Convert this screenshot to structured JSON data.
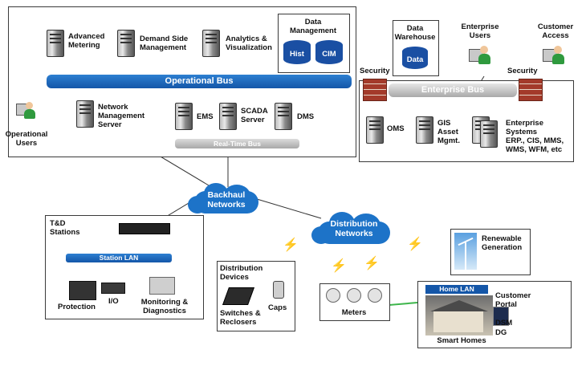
{
  "utility": {
    "advanced_metering": "Advanced\nMetering",
    "demand_side": "Demand Side\nManagement",
    "analytics": "Analytics &\nVisualization",
    "data_mgmt_title": "Data\nManagement",
    "hist": "Hist",
    "cim": "CIM",
    "operational_bus": "Operational Bus",
    "operational_users": "Operational\nUsers",
    "nms": "Network\nManagement\nServer",
    "ems": "EMS",
    "scada": "SCADA\nServer",
    "dms": "DMS",
    "realtime_bus": "Real-Time Bus"
  },
  "enterprise": {
    "data_warehouse": "Data\nWarehouse",
    "data": "Data",
    "enterprise_users": "Enterprise\nUsers",
    "customer_access": "Customer\nAccess",
    "security_left": "Security",
    "security_right": "Security",
    "enterprise_bus": "Enterprise Bus",
    "oms": "OMS",
    "gis": "GIS\nAsset\nMgmt.",
    "systems": "Enterprise\nSystems\nERP., CIS, MMS,\nWMS, WFM, etc"
  },
  "network": {
    "backhaul": "Backhaul\nNetworks",
    "distribution": "Distribution\nNetworks"
  },
  "td": {
    "title": "T&D\nStations",
    "station_lan": "Station LAN",
    "protection": "Protection",
    "io": "I/O",
    "monitoring": "Monitoring &\nDiagnostics"
  },
  "dist_devices": {
    "title": "Distribution\nDevices",
    "switches": "Switches &\nReclosers",
    "caps": "Caps"
  },
  "meters": {
    "label": "Meters"
  },
  "renewable": {
    "label": "Renewable\nGeneration"
  },
  "home": {
    "home_lan": "Home LAN",
    "customer_portal": "Customer\nPortal",
    "dsm": "DSM",
    "dg": "DG",
    "smart_homes": "Smart Homes"
  }
}
